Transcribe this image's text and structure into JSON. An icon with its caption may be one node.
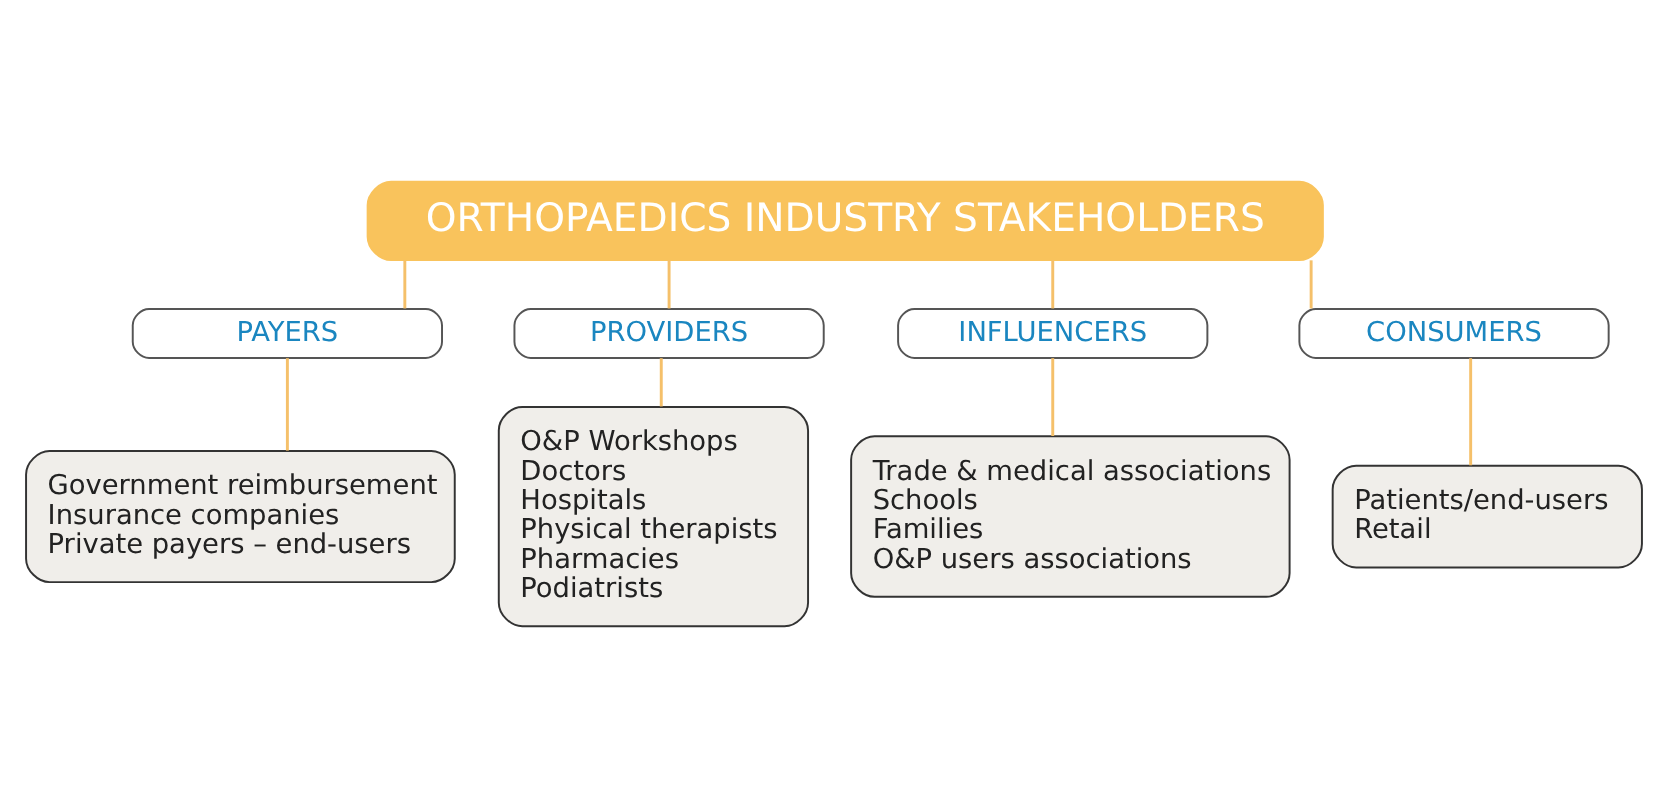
{
  "diagram": {
    "nodes": [
      {
        "text": [
          "ORTHOPAEDICS INDUSTRY STAKEHOLDERS"
        ]
      },
      {
        "text": [
          "PAYERS"
        ]
      },
      {
        "text": [
          "PROVIDERS"
        ]
      },
      {
        "text": [
          "INFLUENCERS"
        ]
      },
      {
        "text": [
          "CONSUMERS"
        ]
      },
      {
        "text": [
          "Government reimbursement",
          "Insurance companies",
          "Private payers – end-users"
        ]
      },
      {
        "text": [
          "O&P Workshops",
          "Doctors",
          "Hospitals",
          "Physical therapists",
          "Pharmacies",
          "Podiatrists"
        ]
      },
      {
        "text": [
          "Trade & medical associations",
          "Schools",
          "Families",
          "O&P users associations"
        ]
      },
      {
        "text": [
          "Patients/end-users",
          "Retail"
        ]
      }
    ],
    "edges": [
      {
        "from": 0,
        "to": 1,
        "arrow": "none"
      },
      {
        "from": 0,
        "to": 2,
        "arrow": "none"
      },
      {
        "from": 0,
        "to": 3,
        "arrow": "none"
      },
      {
        "from": 0,
        "to": 4,
        "arrow": "none"
      },
      {
        "from": 1,
        "to": 5,
        "arrow": "none"
      },
      {
        "from": 2,
        "to": 6,
        "arrow": "none"
      },
      {
        "from": 3,
        "to": 7,
        "arrow": "none"
      },
      {
        "from": 4,
        "to": 8,
        "arrow": "none"
      }
    ]
  }
}
